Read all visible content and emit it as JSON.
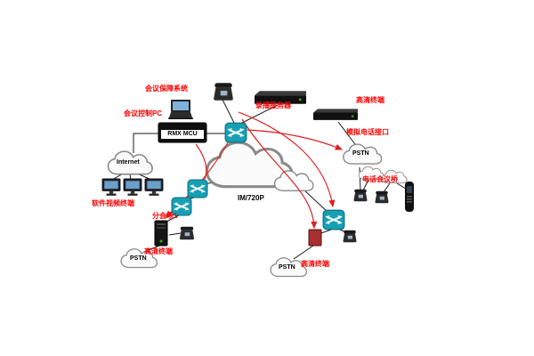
{
  "diagram": {
    "type": "network-topology",
    "description_labels": {
      "support_system": "会议保障系统",
      "control_pc": "会议控制PC",
      "recording_server": "录播服务器",
      "hd_terminal_top": "高清终端",
      "rmx_mcu": "RMX MCU",
      "analog_phone_interface": "模拟电话接口",
      "internet": "Internet",
      "pstn_right": "PSTN",
      "phone_bridge": "电话会议桥",
      "software_video_terminal": "软件视频终端",
      "im_720p": "IM/720P",
      "branch_venue_1": "分会场1",
      "hd_terminal_left": "高清终端",
      "pstn_left": "PSTN",
      "pstn_bottom": "PSTN",
      "hd_terminal_bottom": "高清终端"
    },
    "icons": {
      "router": "teal-square-with-cross-arrows",
      "cloud": "network-cloud-outline",
      "phone": "desk-phone",
      "monitor": "desktop-monitor",
      "server": "rack-server-box",
      "laptop": "laptop",
      "tower_pc": "tower-pc",
      "handset": "handheld-phone"
    },
    "colors": {
      "label_red": "#ff0000",
      "line_black": "#1a1a1a",
      "arrow_red": "#e02020",
      "router_teal": "#17a0b4",
      "background": "#ffffff"
    }
  }
}
